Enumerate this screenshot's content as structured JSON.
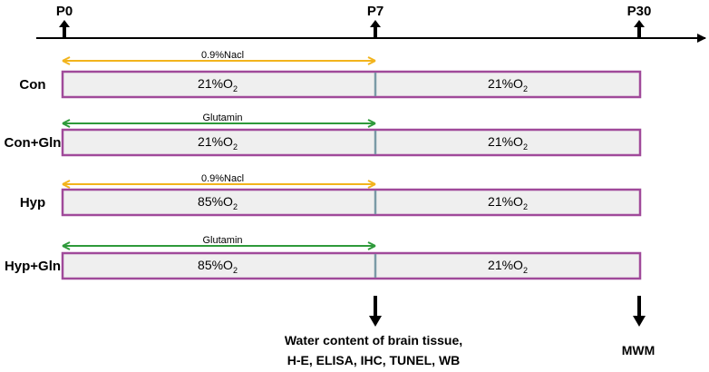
{
  "timepoints": [
    {
      "label": "P0"
    },
    {
      "label": "P7"
    },
    {
      "label": "P30"
    }
  ],
  "groups": [
    {
      "label": "Con",
      "treatment": "0.9%Nacl",
      "treatment_color": "#f2b41c",
      "phase1": {
        "text": "21%O",
        "sub": "2"
      },
      "phase2": {
        "text": "21%O",
        "sub": "2"
      }
    },
    {
      "label": "Con+Gln",
      "treatment": "Glutamin",
      "treatment_color": "#2e9a3a",
      "phase1": {
        "text": "21%O",
        "sub": "2"
      },
      "phase2": {
        "text": "21%O",
        "sub": "2"
      }
    },
    {
      "label": "Hyp",
      "treatment": "0.9%Nacl",
      "treatment_color": "#f2b41c",
      "phase1": {
        "text": "85%O",
        "sub": "2"
      },
      "phase2": {
        "text": "21%O",
        "sub": "2"
      }
    },
    {
      "label": "Hyp+Gln",
      "treatment": "Glutamin",
      "treatment_color": "#2e9a3a",
      "phase1": {
        "text": "85%O",
        "sub": "2"
      },
      "phase2": {
        "text": "21%O",
        "sub": "2"
      }
    }
  ],
  "assessments": [
    {
      "lines": [
        "Water content of brain tissue,",
        "H-E, ELISA, IHC, TUNEL, WB"
      ]
    },
    {
      "lines": [
        "MWM"
      ]
    }
  ],
  "colors": {
    "bar_fill": "#efefef",
    "bar_border": "#a04a9a",
    "divider": "#7a9aa6",
    "axis": "#000000"
  }
}
